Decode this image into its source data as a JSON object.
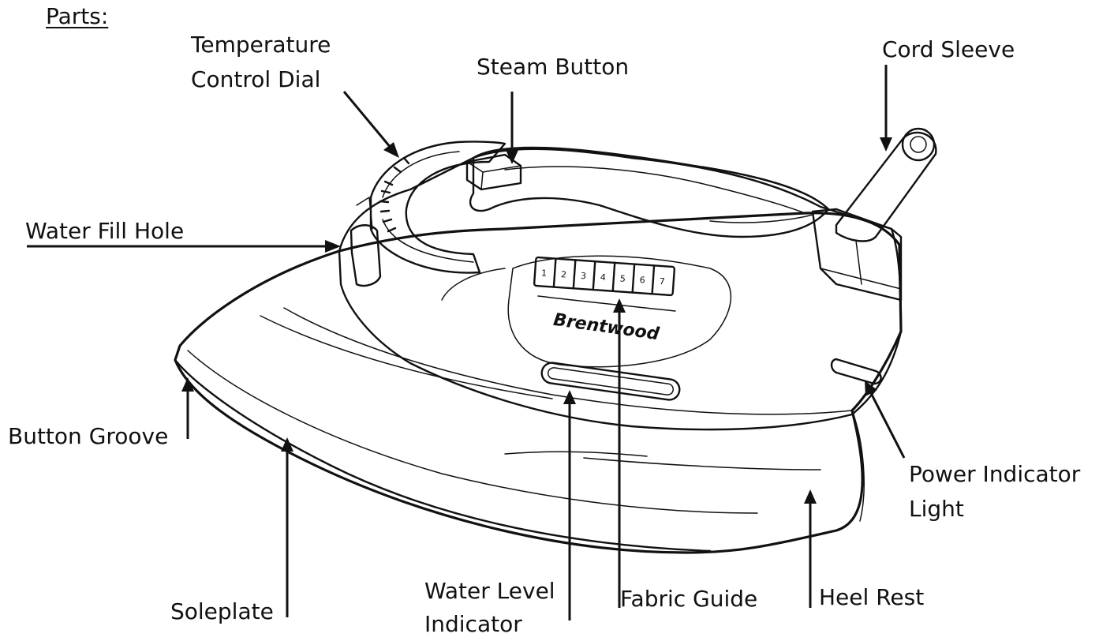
{
  "heading": "Parts:",
  "brand_mark": "Brentwood",
  "fabric_guide_numbers": [
    "1",
    "2",
    "3",
    "4",
    "5",
    "6",
    "7"
  ],
  "labels": {
    "temperature_control_dial": [
      "Temperature",
      "Control Dial"
    ],
    "steam_button": "Steam Button",
    "cord_sleeve": "Cord Sleeve",
    "water_fill_hole": "Water Fill Hole",
    "button_groove": "Button Groove",
    "power_indicator_light": [
      "Power Indicator",
      "Light"
    ],
    "soleplate": "Soleplate",
    "water_level_indicator": [
      "Water Level",
      "Indicator"
    ],
    "fabric_guide": "Fabric Guide",
    "heel_rest": "Heel Rest"
  },
  "colors": {
    "line": "#111111",
    "background": "#ffffff"
  }
}
